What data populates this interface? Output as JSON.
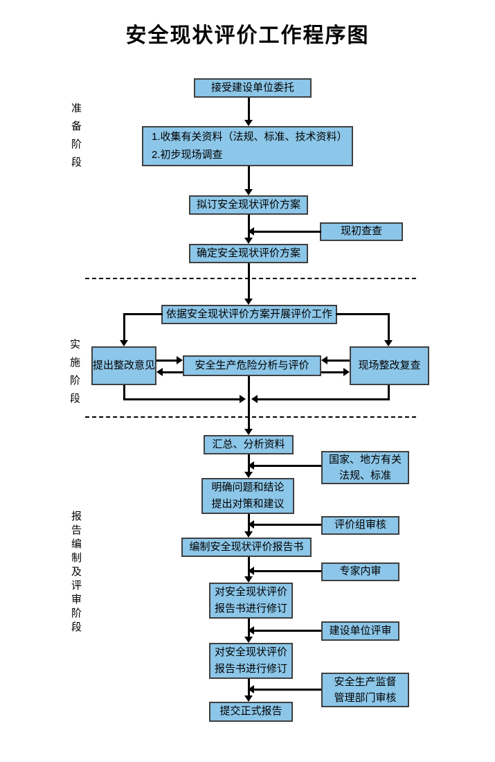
{
  "title": "安全现状评价工作程序图",
  "phases": {
    "preparation": "准备阶段",
    "implementation": "实施阶段",
    "reporting": "报告编制及评审阶段"
  },
  "nodes": {
    "accept": "接受建设单位委托",
    "collect_line1": "1.收集有关资料（法规、标准、技术资料）",
    "collect_line2": "2.初步现场调查",
    "draft_plan": "拟订安全现状评价方案",
    "initial_check": "现初查查",
    "confirm_plan": "确定安全现状评价方案",
    "carry_out": "依据安全现状评价方案开展评价工作",
    "propose_rectify": "提出整改意见",
    "risk_analysis": "安全生产危险分析与评价",
    "site_recheck": "现场整改复查",
    "summarize": "汇总、分析资料",
    "regulations_line1": "国家、地方有关",
    "regulations_line2": "法规、标准",
    "clarify_line1": "明确问题和结论",
    "clarify_line2": "提出对策和建议",
    "team_review": "评价组审核",
    "compile_report": "编制安全现状评价报告书",
    "expert_review": "专家内审",
    "revise1_line1": "对安全现状评价",
    "revise1_line2": "报告书进行修订",
    "client_review": "建设单位评审",
    "revise2_line1": "对安全现状评价",
    "revise2_line2": "报告书进行修订",
    "supervision_line1": "安全生产监督",
    "supervision_line2": "管理部门审核",
    "submit_report": "提交正式报告"
  },
  "colors": {
    "box_fill": "#8CC6E8",
    "box_border": "#3F3F3F",
    "line": "#000000"
  }
}
